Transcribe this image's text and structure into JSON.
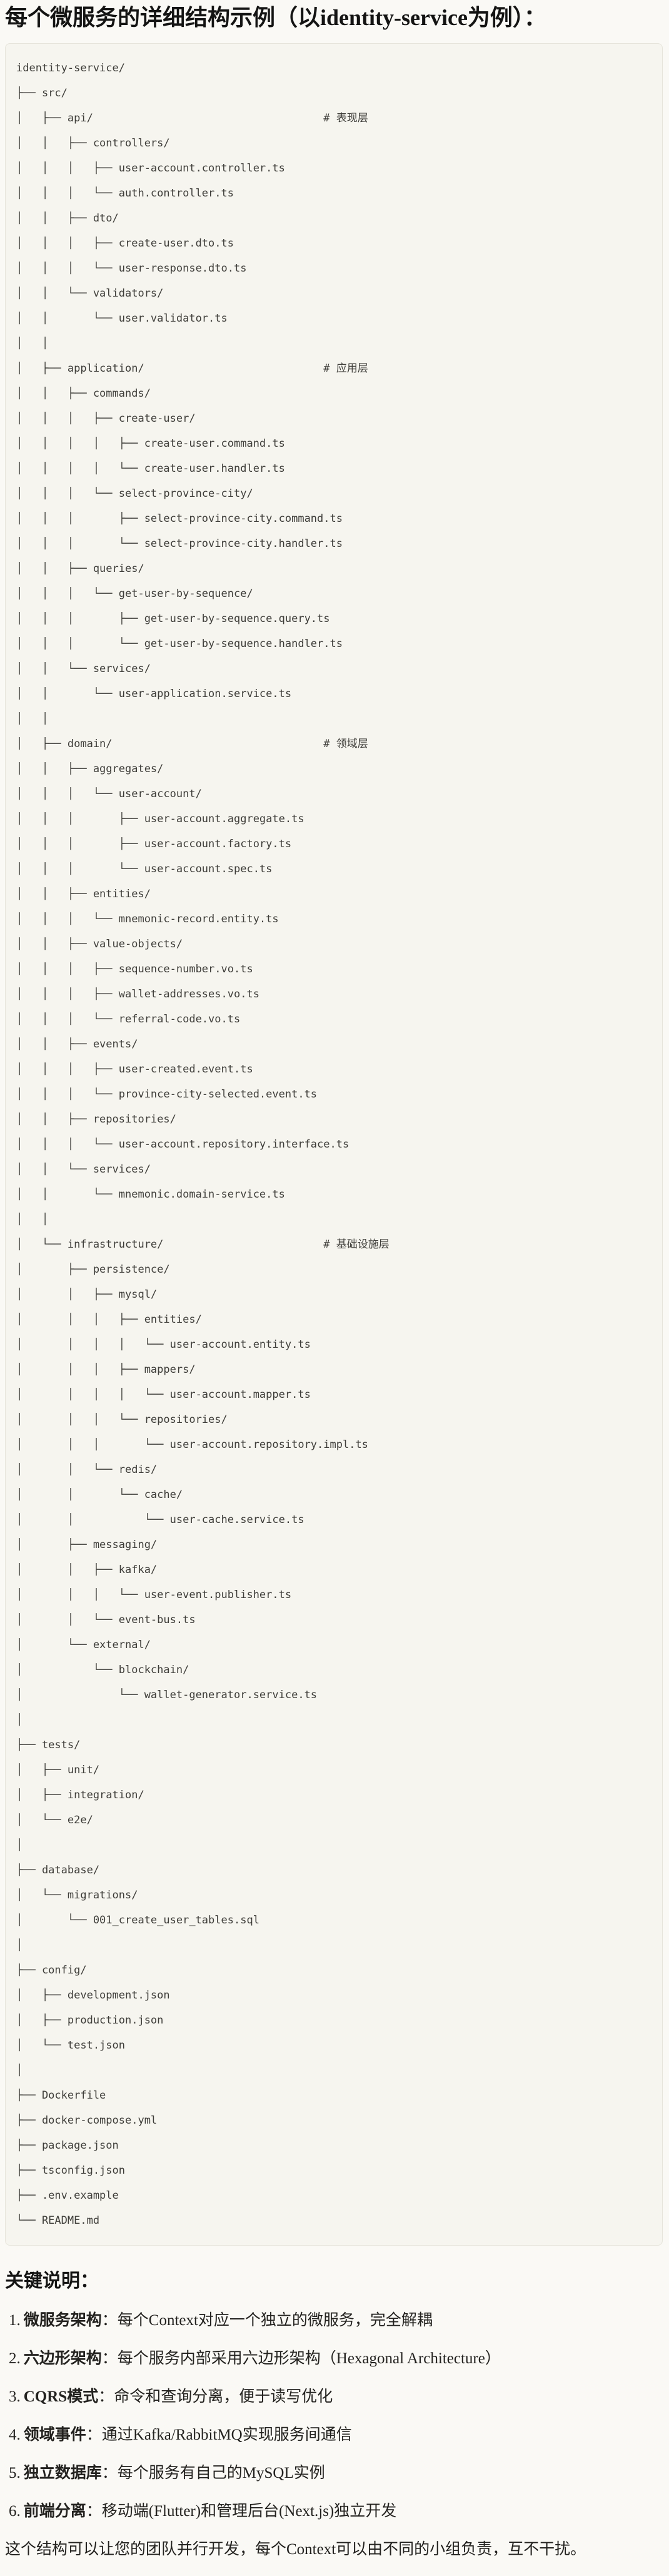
{
  "title": "每个微服务的详细结构示例（以identity-service为例）：",
  "tree_lines": [
    "identity-service/",
    "├── src/",
    "│   ├── api/                                    # 表现层",
    "│   │   ├── controllers/",
    "│   │   │   ├── user-account.controller.ts",
    "│   │   │   └── auth.controller.ts",
    "│   │   ├── dto/",
    "│   │   │   ├── create-user.dto.ts",
    "│   │   │   └── user-response.dto.ts",
    "│   │   └── validators/",
    "│   │       └── user.validator.ts",
    "│   │",
    "│   ├── application/                            # 应用层",
    "│   │   ├── commands/",
    "│   │   │   ├── create-user/",
    "│   │   │   │   ├── create-user.command.ts",
    "│   │   │   │   └── create-user.handler.ts",
    "│   │   │   └── select-province-city/",
    "│   │   │       ├── select-province-city.command.ts",
    "│   │   │       └── select-province-city.handler.ts",
    "│   │   ├── queries/",
    "│   │   │   └── get-user-by-sequence/",
    "│   │   │       ├── get-user-by-sequence.query.ts",
    "│   │   │       └── get-user-by-sequence.handler.ts",
    "│   │   └── services/",
    "│   │       └── user-application.service.ts",
    "│   │",
    "│   ├── domain/                                 # 领域层",
    "│   │   ├── aggregates/",
    "│   │   │   └── user-account/",
    "│   │   │       ├── user-account.aggregate.ts",
    "│   │   │       ├── user-account.factory.ts",
    "│   │   │       └── user-account.spec.ts",
    "│   │   ├── entities/",
    "│   │   │   └── mnemonic-record.entity.ts",
    "│   │   ├── value-objects/",
    "│   │   │   ├── sequence-number.vo.ts",
    "│   │   │   ├── wallet-addresses.vo.ts",
    "│   │   │   └── referral-code.vo.ts",
    "│   │   ├── events/",
    "│   │   │   ├── user-created.event.ts",
    "│   │   │   └── province-city-selected.event.ts",
    "│   │   ├── repositories/",
    "│   │   │   └── user-account.repository.interface.ts",
    "│   │   └── services/",
    "│   │       └── mnemonic.domain-service.ts",
    "│   │",
    "│   └── infrastructure/                         # 基础设施层",
    "│       ├── persistence/",
    "│       │   ├── mysql/",
    "│       │   │   ├── entities/",
    "│       │   │   │   └── user-account.entity.ts",
    "│       │   │   ├── mappers/",
    "│       │   │   │   └── user-account.mapper.ts",
    "│       │   │   └── repositories/",
    "│       │   │       └── user-account.repository.impl.ts",
    "│       │   └── redis/",
    "│       │       └── cache/",
    "│       │           └── user-cache.service.ts",
    "│       ├── messaging/",
    "│       │   ├── kafka/",
    "│       │   │   └── user-event.publisher.ts",
    "│       │   └── event-bus.ts",
    "│       └── external/",
    "│           └── blockchain/",
    "│               └── wallet-generator.service.ts",
    "│",
    "├── tests/",
    "│   ├── unit/",
    "│   ├── integration/",
    "│   └── e2e/",
    "│",
    "├── database/",
    "│   └── migrations/",
    "│       └── 001_create_user_tables.sql",
    "│",
    "├── config/",
    "│   ├── development.json",
    "│   ├── production.json",
    "│   └── test.json",
    "│",
    "├── Dockerfile",
    "├── docker-compose.yml",
    "├── package.json",
    "├── tsconfig.json",
    "├── .env.example",
    "└── README.md"
  ],
  "notes": {
    "heading": "关键说明：",
    "items": [
      {
        "num": "1.",
        "label": "微服务架构",
        "text": "：每个Context对应一个独立的微服务，完全解耦"
      },
      {
        "num": "2.",
        "label": "六边形架构",
        "text": "：每个服务内部采用六边形架构（Hexagonal Architecture）"
      },
      {
        "num": "3.",
        "label": "CQRS模式",
        "text": "：命令和查询分离，便于读写优化"
      },
      {
        "num": "4.",
        "label": "领域事件",
        "text": "：通过Kafka/RabbitMQ实现服务间通信"
      },
      {
        "num": "5.",
        "label": "独立数据库",
        "text": "：每个服务有自己的MySQL实例"
      },
      {
        "num": "6.",
        "label": "前端分离",
        "text": "：移动端(Flutter)和管理后台(Next.js)独立开发"
      }
    ],
    "footer": "这个结构可以让您的团队并行开发，每个Context可以由不同的小组负责，互不干扰。"
  },
  "colors": {
    "page_bg": "#FAF9F5",
    "code_bg": "#F6F5EF",
    "code_border": "#E6E4DB",
    "code_text": "#3E3D39",
    "body_text": "#1F1E1B"
  }
}
